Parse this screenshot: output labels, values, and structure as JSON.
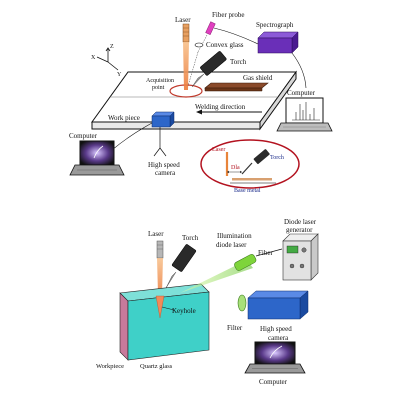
{
  "top": {
    "axes": {
      "z": "Z",
      "x": "X",
      "y": "Y"
    },
    "laser": "Laser",
    "fiber_probe": "Fiber probe",
    "convex_glass": "Convex glass",
    "spectrograph": "Spectrograph",
    "torch": "Torch",
    "acquisition_point_line1": "Acquisition",
    "acquisition_point_line2": "point",
    "gas_shield": "Gas shield",
    "computer_right": "Computer",
    "work_piece": "Work piece",
    "welding_direction": "Welding direction",
    "computer_left": "Computer",
    "camera_line1": "High speed",
    "camera_line2": "camera",
    "inset": {
      "laser": "Laser",
      "dla": "Dla",
      "torch": "Torch",
      "base_metal": "Base metal"
    }
  },
  "bottom": {
    "laser": "Laser",
    "torch": "Torch",
    "illumination_line1": "Illumination",
    "illumination_line2": "diode laser",
    "diode_generator_line1": "Diode laser",
    "diode_generator_line2": "generator",
    "fiber": "Fiber",
    "keyhole": "Keyhole",
    "filter": "Filter",
    "camera_line1": "High speed",
    "camera_line2": "camera",
    "workpiece": "Workpiece",
    "quartz_glass": "Quartz glass",
    "computer": "Computer"
  },
  "colors": {
    "laser_beam": "#f2a65a",
    "spectrograph": "#6a2fb8",
    "camera_blue": "#2d66c9",
    "quartz_glass": "#3fd0c8",
    "workpiece_side": "#c77a9b",
    "illumination_green": "#7ed43a",
    "inset_border": "#b3121f",
    "gas_shield": "#8a4a2a"
  }
}
